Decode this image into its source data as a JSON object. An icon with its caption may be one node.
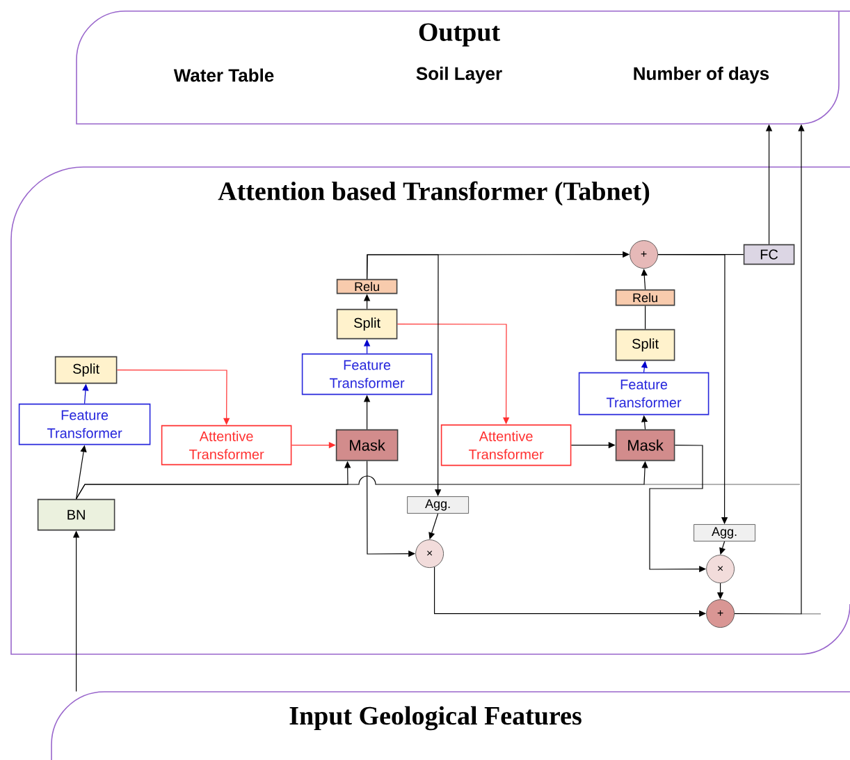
{
  "diagram": {
    "nodes": [
      {
        "text": [
          "Output",
          "Water Table",
          "Soil Layer",
          "Number of days"
        ]
      },
      {
        "text": [
          "Attention based Transformer (Tabnet)"
        ]
      },
      {
        "text": [
          "Input Geological Features"
        ]
      },
      {
        "text": [
          "Split"
        ],
        "in": 1
      },
      {
        "text": [
          "Feature Transformer"
        ],
        "in": 1
      },
      {
        "text": [
          "BN"
        ],
        "in": 1
      },
      {
        "text": [
          "Attentive Transformer"
        ],
        "in": 1
      },
      {
        "text": [
          "Mask"
        ],
        "in": 1
      },
      {
        "text": [
          "Feature Transformer"
        ],
        "in": 1
      },
      {
        "text": [
          "Split"
        ],
        "in": 1
      },
      {
        "text": [
          "Relu"
        ],
        "in": 1
      },
      {
        "text": [
          "Agg."
        ],
        "in": 1
      },
      {
        "text": [
          "×"
        ],
        "in": 1
      },
      {
        "text": [
          "Attentive Transformer"
        ],
        "in": 1
      },
      {
        "text": [
          "Mask"
        ],
        "in": 1
      },
      {
        "text": [
          "Feature Transformer"
        ],
        "in": 1
      },
      {
        "text": [
          "Split"
        ],
        "in": 1
      },
      {
        "text": [
          "Relu"
        ],
        "in": 1
      },
      {
        "text": [
          "+"
        ],
        "in": 1
      },
      {
        "text": [
          "FC"
        ],
        "in": 1
      },
      {
        "text": [
          "Agg."
        ],
        "in": 1
      },
      {
        "text": [
          "×"
        ],
        "in": 1
      },
      {
        "text": [
          "+"
        ],
        "in": 1
      }
    ],
    "edges": [
      {
        "from": 2,
        "to": 5,
        "arrow": "to"
      },
      {
        "from": 5,
        "to": 4,
        "arrow": "to"
      },
      {
        "from": 5,
        "to": 7,
        "arrow": "to"
      },
      {
        "from": 5,
        "to": 14,
        "arrow": "to"
      },
      {
        "from": 4,
        "to": 3,
        "arrow": "to",
        "color": "#0000cc"
      },
      {
        "from": 3,
        "to": 6,
        "arrow": "to",
        "color": "#ff3030"
      },
      {
        "from": 6,
        "to": 7,
        "arrow": "to",
        "color": "#ff3030"
      },
      {
        "from": 7,
        "to": 8,
        "arrow": "to"
      },
      {
        "from": 8,
        "to": 9,
        "arrow": "to",
        "color": "#0000cc"
      },
      {
        "from": 9,
        "to": 10,
        "arrow": "to"
      },
      {
        "from": 9,
        "to": 13,
        "arrow": "to",
        "color": "#ff3030"
      },
      {
        "from": 10,
        "to": 18,
        "arrow": "to"
      },
      {
        "from": 10,
        "to": 11,
        "arrow": "to"
      },
      {
        "from": 11,
        "to": 12,
        "arrow": "to"
      },
      {
        "from": 7,
        "to": 12,
        "arrow": "to"
      },
      {
        "from": 12,
        "to": 22,
        "arrow": "to"
      },
      {
        "from": 13,
        "to": 14,
        "arrow": "to"
      },
      {
        "from": 14,
        "to": 15,
        "arrow": "to"
      },
      {
        "from": 15,
        "to": 16,
        "arrow": "to",
        "color": "#0000cc"
      },
      {
        "from": 16,
        "to": 17,
        "arrow": "none"
      },
      {
        "from": 17,
        "to": 18,
        "arrow": "to"
      },
      {
        "from": 18,
        "to": 19,
        "arrow": "none"
      },
      {
        "from": 18,
        "to": 20,
        "arrow": "to"
      },
      {
        "from": 20,
        "to": 21,
        "arrow": "to"
      },
      {
        "from": 21,
        "to": 22,
        "arrow": "to"
      },
      {
        "from": 14,
        "to": 21,
        "arrow": "to"
      },
      {
        "from": 22,
        "to": 0,
        "arrow": "to"
      },
      {
        "from": 19,
        "to": 0,
        "arrow": "to"
      }
    ]
  }
}
